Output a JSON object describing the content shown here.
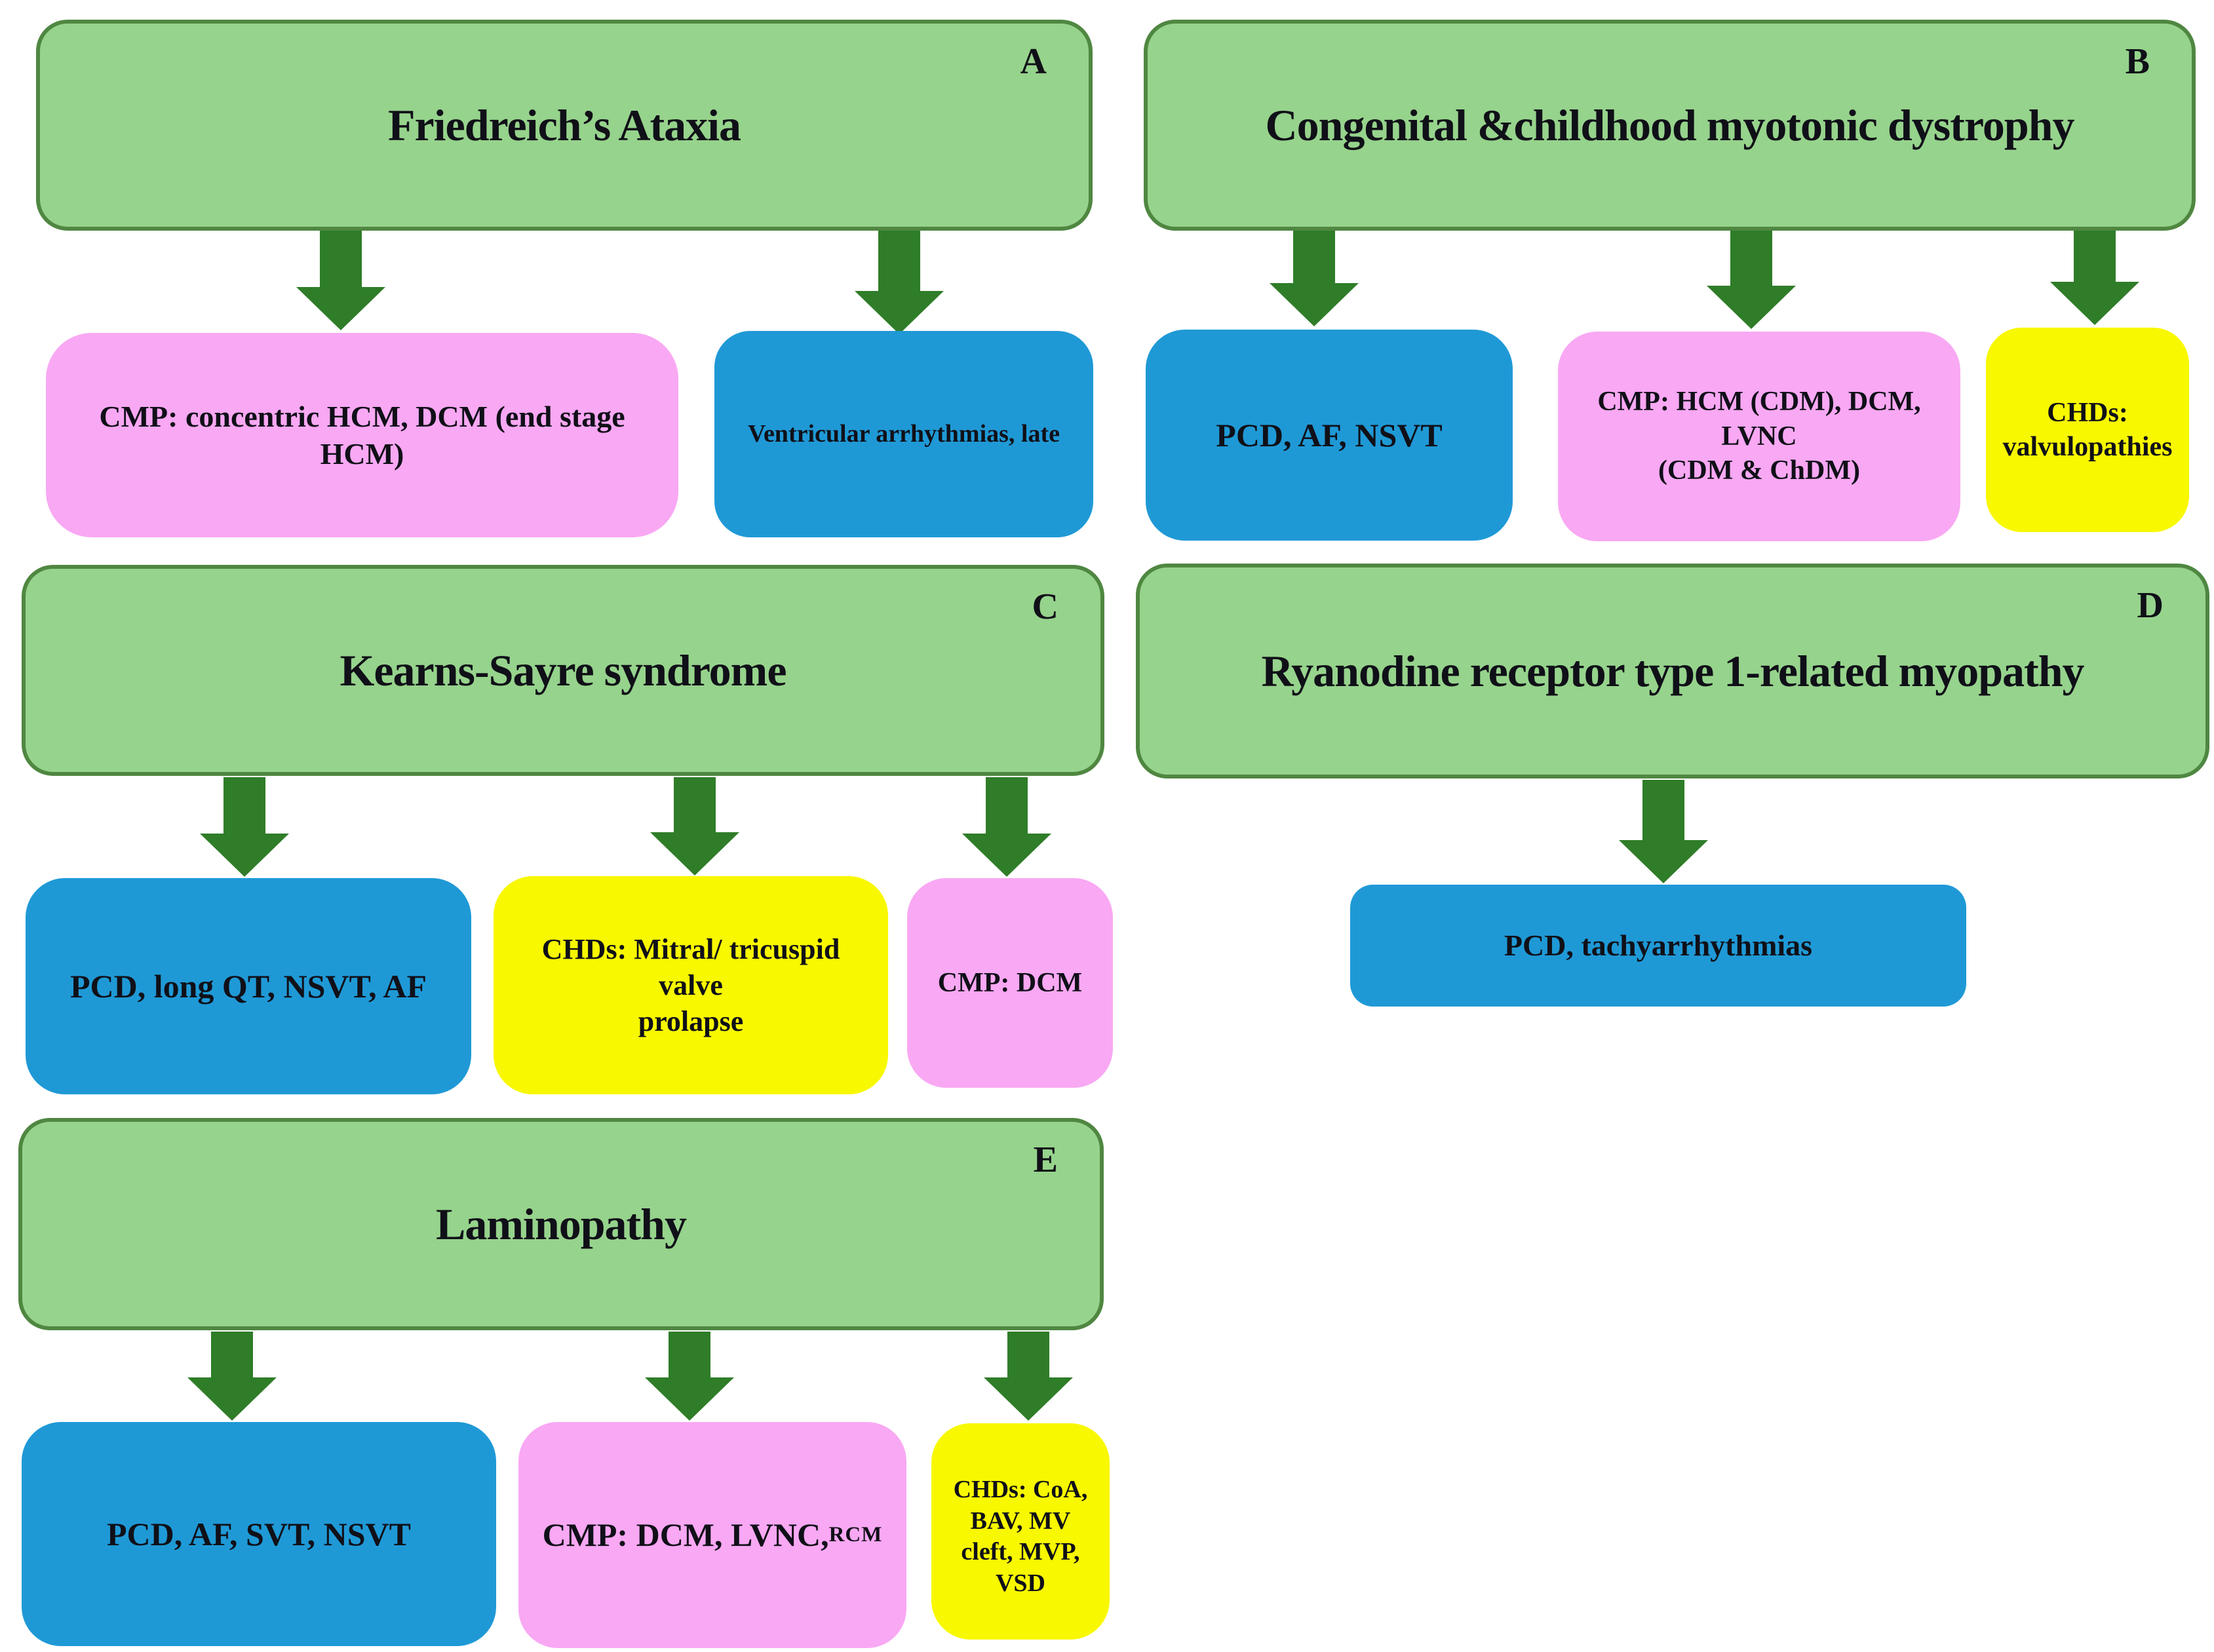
{
  "figure": {
    "background": "#ffffff"
  },
  "colors": {
    "header_fill": "#96d38c",
    "header_border": "#4f8741",
    "arrow": "#2f7d28",
    "pink": "#f9a8f3",
    "blue": "#1f99d6",
    "yellow": "#f8f800",
    "text": "#101018"
  },
  "panels": [
    {
      "label": "A",
      "title": "Friedreich’s Ataxia",
      "children": [
        {
          "type": "cardiomyopathy",
          "color": "pink",
          "text": "CMP: concentric HCM, DCM (end stage\nHCM)"
        },
        {
          "type": "arrhythmia",
          "color": "blue",
          "text": "Ventricular arrhythmias, late"
        }
      ]
    },
    {
      "label": "B",
      "title": "Congenital &childhood myotonic dystrophy",
      "children": [
        {
          "type": "arrhythmia",
          "color": "blue",
          "text": "PCD, AF, NSVT"
        },
        {
          "type": "cardiomyopathy",
          "color": "pink",
          "text": "CMP: HCM (CDM), DCM, LVNC\n(CDM & ChDM)"
        },
        {
          "type": "congenital-heart-defects",
          "color": "yellow",
          "text": "CHDs:\nvalvulopathies"
        }
      ]
    },
    {
      "label": "C",
      "title": "Kearns-Sayre syndrome",
      "children": [
        {
          "type": "arrhythmia",
          "color": "blue",
          "text": "PCD, long QT, NSVT, AF"
        },
        {
          "type": "congenital-heart-defects",
          "color": "yellow",
          "text": "CHDs: Mitral/ tricuspid valve\nprolapse"
        },
        {
          "type": "cardiomyopathy",
          "color": "pink",
          "text": "CMP:  DCM"
        }
      ]
    },
    {
      "label": "D",
      "title": "Ryanodine receptor type 1-related myopathy",
      "children": [
        {
          "type": "arrhythmia",
          "color": "blue",
          "text": "PCD, tachyarrhythmias"
        }
      ]
    },
    {
      "label": "E",
      "title": "Laminopathy",
      "children": [
        {
          "type": "arrhythmia",
          "color": "blue",
          "text": "PCD, AF, SVT, NSVT"
        },
        {
          "type": "cardiomyopathy",
          "color": "pink",
          "text": "CMP:  DCM, LVNC, ",
          "text_small": "RCM"
        },
        {
          "type": "congenital-heart-defects",
          "color": "yellow",
          "text": "CHDs: CoA,\nBAV, MV\ncleft, MVP,\nVSD"
        }
      ]
    }
  ]
}
